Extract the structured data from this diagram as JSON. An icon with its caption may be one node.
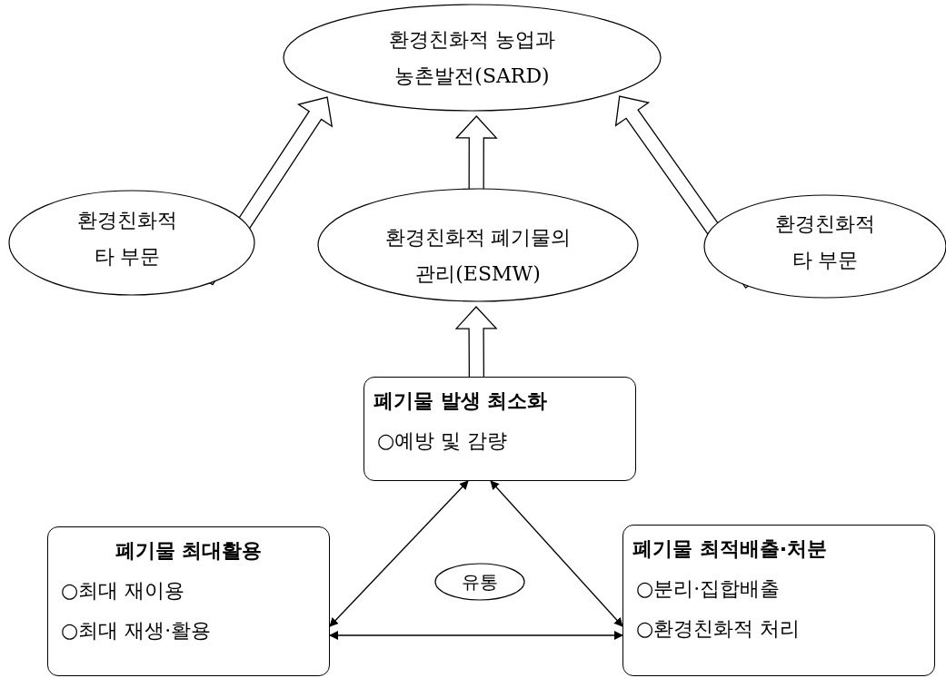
{
  "diagram": {
    "nodes": [
      {
        "text": [
          "환경친화적 농업과 농촌발전(SARD)"
        ]
      },
      {
        "text": [
          "환경친화적 타 부문"
        ]
      },
      {
        "text": [
          "환경친화적 폐기물의 관리(ESMW)"
        ]
      },
      {
        "text": [
          "환경친화적 타 부문"
        ]
      },
      {
        "text": [
          "폐기물 발생 최소화",
          "○예방 및 감량"
        ]
      },
      {
        "text": [
          "폐기물 최대활용",
          "○최대 재이용",
          "○최대 재생·활용"
        ]
      },
      {
        "text": [
          "폐기물 최적배출·처분",
          "○분리·집합배출",
          "○환경친화적 처리"
        ]
      },
      {
        "text": [
          "유통"
        ]
      }
    ],
    "edges": [
      {
        "from": 1,
        "to": 0,
        "arrow": "to",
        "style": "thick"
      },
      {
        "from": 2,
        "to": 0,
        "arrow": "to",
        "style": "thick"
      },
      {
        "from": 3,
        "to": 0,
        "arrow": "to",
        "style": "thick"
      },
      {
        "from": 4,
        "to": 2,
        "arrow": "to",
        "style": "thick"
      },
      {
        "from": 4,
        "to": 5,
        "arrow": "both"
      },
      {
        "from": 4,
        "to": 6,
        "arrow": "both"
      },
      {
        "from": 5,
        "to": 6,
        "arrow": "both"
      }
    ]
  }
}
